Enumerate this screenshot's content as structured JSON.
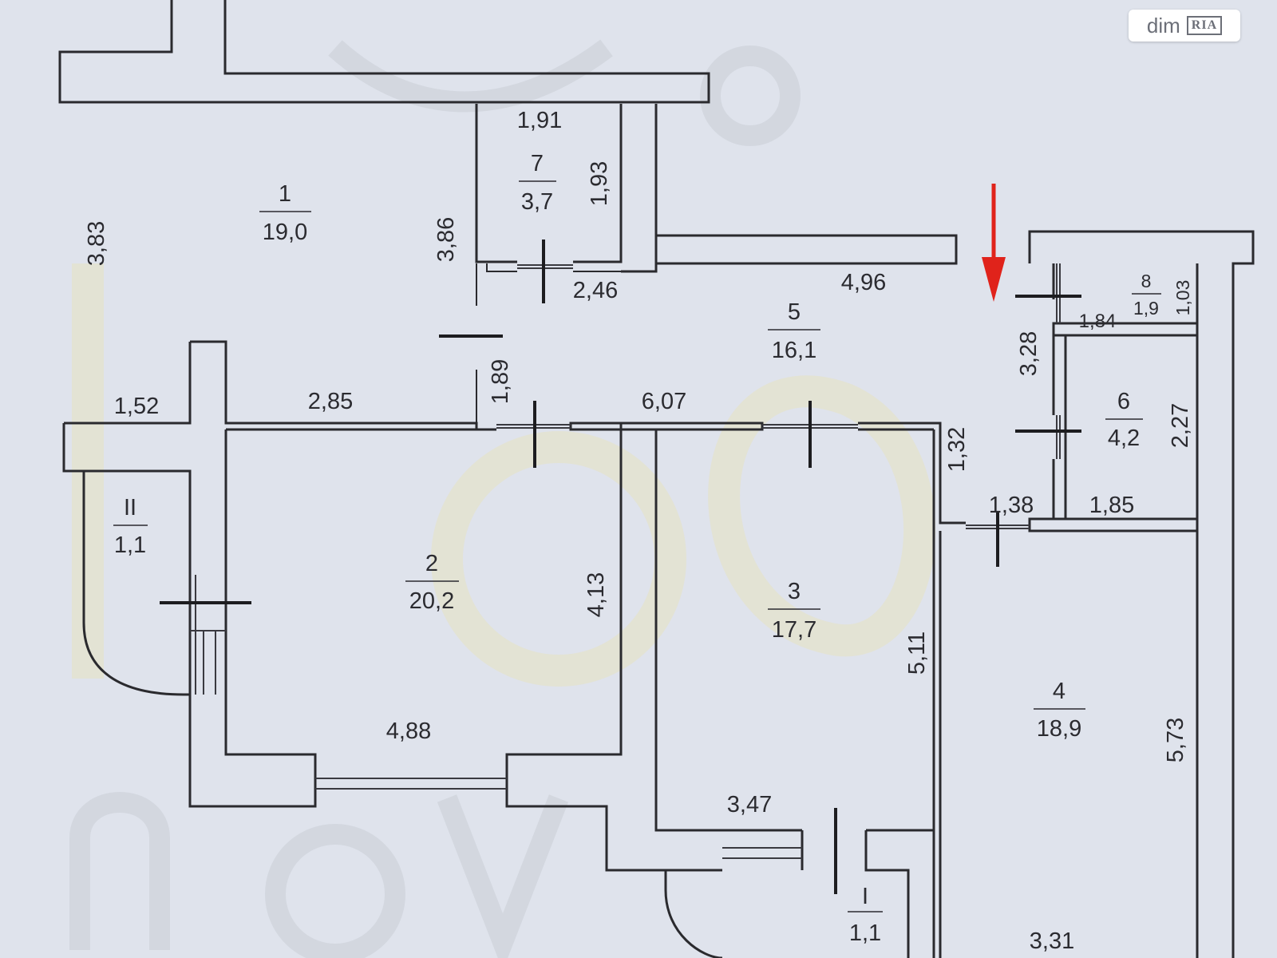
{
  "watermark": {
    "brand": "dim",
    "brand_badge": "RIA"
  },
  "rooms": [
    {
      "id": "room-1",
      "number": "1",
      "area": "19,0"
    },
    {
      "id": "room-2",
      "number": "2",
      "area": "20,2"
    },
    {
      "id": "room-3",
      "number": "3",
      "area": "17,7"
    },
    {
      "id": "room-4",
      "number": "4",
      "area": "18,9"
    },
    {
      "id": "room-5",
      "number": "5",
      "area": "16,1"
    },
    {
      "id": "room-6",
      "number": "6",
      "area": "4,2"
    },
    {
      "id": "room-7",
      "number": "7",
      "area": "3,7"
    },
    {
      "id": "room-8",
      "number": "8",
      "area": "1,9"
    },
    {
      "id": "balcony-I",
      "number": "I",
      "area": "1,1"
    },
    {
      "id": "balcony-II",
      "number": "II",
      "area": "1,1"
    }
  ],
  "dimensions": {
    "d_1_91": "1,91",
    "d_1_93": "1,93",
    "d_3_86": "3,86",
    "d_3_83": "3,83",
    "d_2_46": "2,46",
    "d_4_96": "4,96",
    "d_1_84": "1,84",
    "d_1_03": "1,03",
    "d_3_28": "3,28",
    "d_1_89": "1,89",
    "d_1_52": "1,52",
    "d_2_85": "2,85",
    "d_6_07": "6,07",
    "d_1_32": "1,32",
    "d_2_27": "2,27",
    "d_1_38": "1,38",
    "d_1_85": "1,85",
    "d_4_13": "4,13",
    "d_5_11": "5,11",
    "d_4_88": "4,88",
    "d_3_47": "3,47",
    "d_5_73": "5,73",
    "d_3_31": "3,31"
  },
  "colors": {
    "arrow": "#e0231b",
    "walls": "#2a2a2e",
    "paper": "#dfe3ec"
  }
}
